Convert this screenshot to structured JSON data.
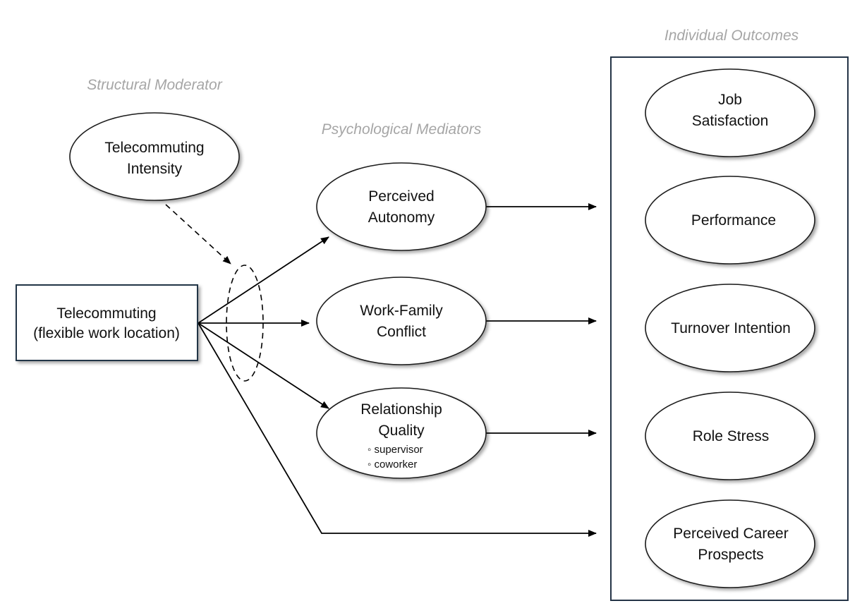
{
  "groups": {
    "moderator": "Structural Moderator",
    "mediators": "Psychological Mediators",
    "outcomes": "Individual Outcomes"
  },
  "nodes": {
    "intensity": [
      "Telecommuting",
      "Intensity"
    ],
    "telecommuting": [
      "Telecommuting",
      "(flexible work location)"
    ],
    "autonomy": [
      "Perceived",
      "Autonomy"
    ],
    "wfc": [
      "Work-Family",
      "Conflict"
    ],
    "relationship": [
      "Relationship",
      "Quality"
    ],
    "relationship_items": [
      "◦ supervisor",
      "◦ coworker"
    ],
    "job_satisfaction": [
      "Job",
      "Satisfaction"
    ],
    "performance": [
      "Performance"
    ],
    "turnover": [
      "Turnover Intention"
    ],
    "role_stress": [
      "Role Stress"
    ],
    "career": [
      "Perceived Career",
      "Prospects"
    ]
  }
}
